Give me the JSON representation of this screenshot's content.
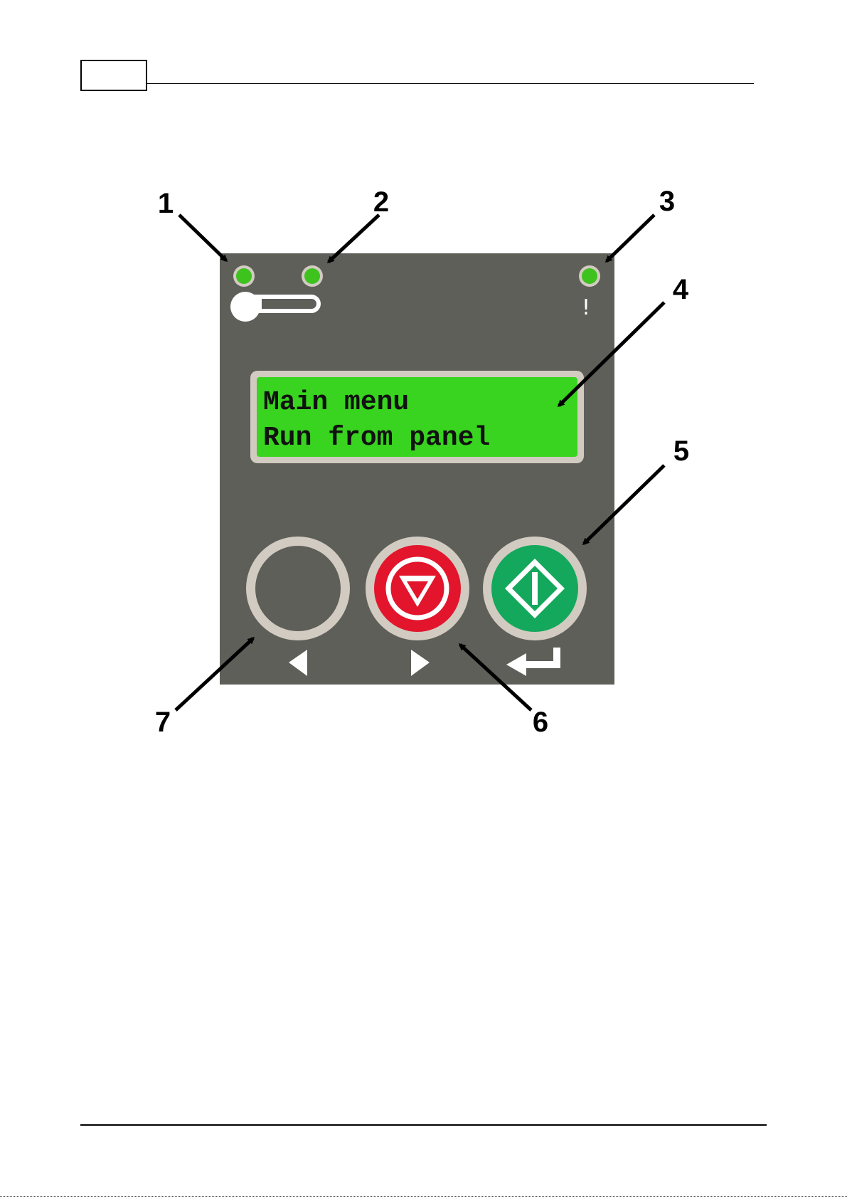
{
  "header": {
    "page_number": ""
  },
  "panel": {
    "display": {
      "line1": "Main menu",
      "line2": "Run from panel"
    },
    "warning_symbol": "!",
    "leds": [
      {
        "name": "led-1",
        "color": "#3ec21e"
      },
      {
        "name": "led-2",
        "color": "#3ec21e"
      },
      {
        "name": "led-3",
        "color": "#3ec21e"
      }
    ],
    "colors": {
      "panel": "#5f5f5a",
      "lcd": "#38d41f",
      "stop": "#e2152c",
      "start": "#14a85c",
      "ring": "#d2cbc1"
    },
    "icons": {
      "status_icon": "thermometer-icon",
      "left_key": "arrow-left-icon",
      "right_key": "arrow-right-icon",
      "enter_key": "enter-icon",
      "stop_button": "stop-icon",
      "start_button": "start-icon"
    }
  },
  "callouts": [
    "1",
    "2",
    "3",
    "4",
    "5",
    "6",
    "7"
  ]
}
